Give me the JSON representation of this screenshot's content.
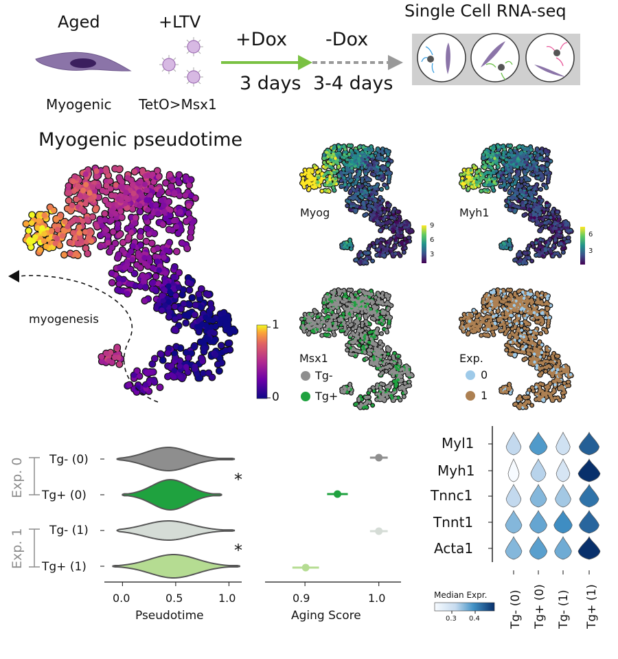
{
  "header": {
    "aged_label": "Aged",
    "myogenic_label": "Myogenic",
    "ltv_label": "+LTV",
    "teto_label": "TetO>Msx1",
    "dox_on_label": "+Dox",
    "dox_on_time": "3 days",
    "dox_off_label": "-Dox",
    "dox_off_time": "3-4 days",
    "scrnaseq_label": "Single Cell RNA-seq"
  },
  "umap_main": {
    "title": "Myogenic pseudotime",
    "trajectory_label": "myogenesis",
    "colorbar_max": "1",
    "colorbar_min": "0"
  },
  "umap_small": {
    "myog": {
      "label": "Myog",
      "ticks": [
        "9",
        "6",
        "3"
      ]
    },
    "myh1": {
      "label": "Myh1",
      "ticks": [
        "6",
        "3"
      ]
    },
    "msx1": {
      "title": "Msx1",
      "items": [
        "Tg-",
        "Tg+"
      ]
    },
    "exp": {
      "title": "Exp.",
      "items": [
        "0",
        "1"
      ]
    }
  },
  "colors": {
    "tg_minus_0": "#8e8e8e",
    "tg_plus_0": "#1fa23f",
    "tg_minus_1": "#d5dcd6",
    "tg_plus_1": "#b5dc92",
    "exp0": "#9ecae9",
    "exp1": "#ad8052",
    "arrow_green": "#7ac143",
    "arrow_gray": "#999999",
    "violin_stroke": "#555555"
  },
  "chart_data": [
    {
      "type": "violin",
      "xlabel": "Pseudotime",
      "xticks": [
        "0.0",
        "0.5",
        "1.0"
      ],
      "xlim": [
        -0.17,
        1.12
      ],
      "categories": [
        "Tg- (0)",
        "Tg+ (0)",
        "Tg- (1)",
        "Tg+ (1)"
      ],
      "group_labels": [
        "Exp. 0",
        "Exp. 1"
      ],
      "significance": [
        "*",
        "*"
      ],
      "medians": [
        0.43,
        0.45,
        0.43,
        0.48
      ]
    },
    {
      "type": "scatter",
      "xlabel": "Aging Score",
      "xticks": [
        "0.9",
        "1.0"
      ],
      "xlim": [
        0.846,
        1.03
      ],
      "categories": [
        "Tg- (0)",
        "Tg+ (0)",
        "Tg- (1)",
        "Tg+ (1)"
      ],
      "values": [
        1.0,
        0.944,
        1.0,
        0.901
      ],
      "err": [
        0.012,
        0.014,
        0.012,
        0.018
      ]
    },
    {
      "type": "heatmap",
      "rows": [
        "Myl1",
        "Myh1",
        "Tnnc1",
        "Tnnt1",
        "Acta1"
      ],
      "columns": [
        "Tg- (0)",
        "Tg+ (0)",
        "Tg- (1)",
        "Tg+ (1)"
      ],
      "colorbar_title": "Median Expr.",
      "colorbar_ticks": [
        "0.3",
        "0.4"
      ],
      "values": [
        [
          0.25,
          0.36,
          0.22,
          0.45
        ],
        [
          0.1,
          0.26,
          0.2,
          0.52
        ],
        [
          0.25,
          0.31,
          0.28,
          0.42
        ],
        [
          0.31,
          0.34,
          0.38,
          0.44
        ],
        [
          0.31,
          0.35,
          0.33,
          0.52
        ]
      ]
    }
  ]
}
